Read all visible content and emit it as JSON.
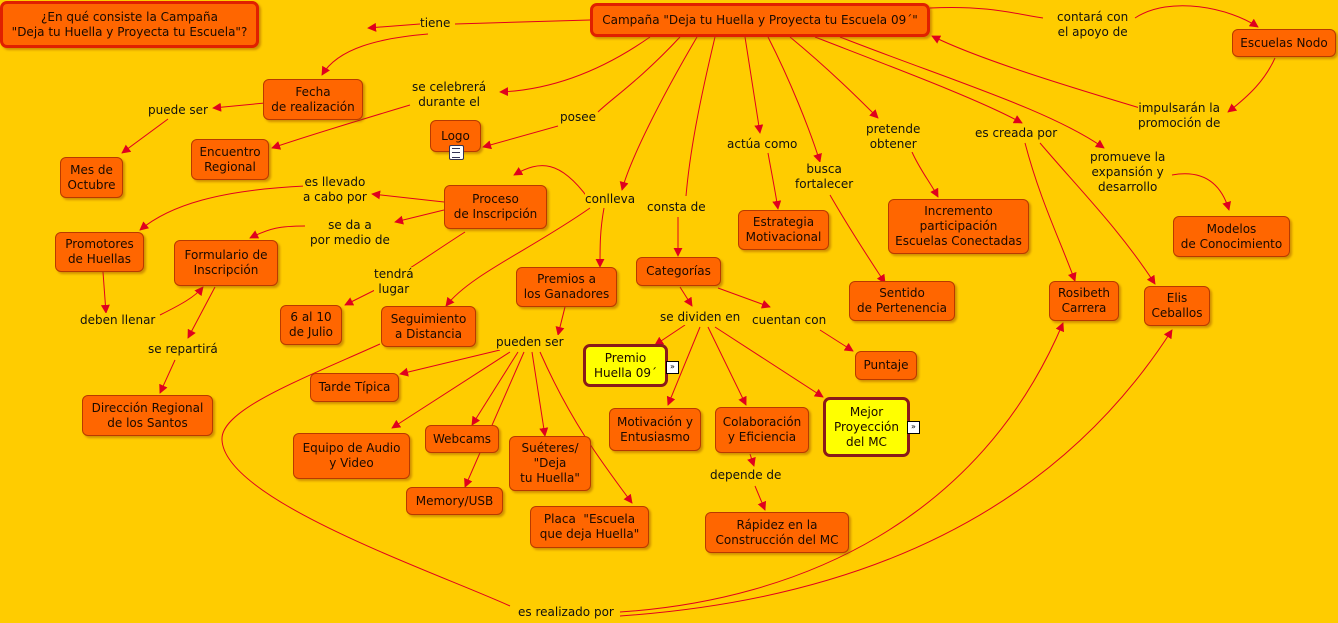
{
  "colors": {
    "background": "#FFCC00",
    "concept": "#FF6600",
    "highlight": "#FFFF00",
    "link": "#E0001E"
  },
  "concepts": {
    "question": "¿En qué consiste la Campaña\n\"Deja tu Huella y Proyecta tu Escuela\"?",
    "campaign": "Campaña \"Deja tu Huella y Proyecta tu Escuela 09´\"",
    "escuelas_nodo": "Escuelas Nodo",
    "fecha": "Fecha\nde realización",
    "mes": "Mes de\nOctubre",
    "encuentro": "Encuentro\nRegional",
    "logo": "Logo",
    "proceso": "Proceso\nde Inscripción",
    "promotores": "Promotores\nde Huellas",
    "formulario": "Formulario de\nInscripción",
    "direccion": "Dirección Regional\nde los Santos",
    "julio": "6 al 10\nde Julio",
    "seguimiento": "Seguimiento\na Distancia",
    "premios": "Premios a\nlos Ganadores",
    "categorias": "Categorías",
    "estrategia": "Estrategia\nMotivacional",
    "incremento": "Incremento\nparticipación\nEscuelas Conectadas",
    "sentido": "Sentido\nde Pertenencia",
    "modelos": "Modelos\nde Conocimiento",
    "rosibeth": "Rosibeth\nCarrera",
    "elis": "Elis\nCeballos",
    "premio_huella": "Premio\nHuella 09´",
    "tarde": "Tarde Típica",
    "equipo": "Equipo de Audio\ny Video",
    "webcams": "Webcams",
    "sueteres": "Suéteres/\n\"Deja\ntu Huella\"",
    "memory": "Memory/USB",
    "placa": "Placa  \"Escuela\nque deja Huella\"",
    "motivacion": "Motivación y\nEntusiasmo",
    "colaboracion": "Colaboración\ny Eficiencia",
    "mejor": "Mejor\nProyección\ndel MC",
    "puntaje": "Puntaje",
    "rapidez": "Rápidez en la\nConstrucción del MC"
  },
  "labels": {
    "tiene": "tiene",
    "contara": "contará con\nel apoyo de",
    "puede_ser": "puede ser",
    "se_celebrera": "se celebrerá\ndurante el",
    "posee": "posee",
    "actua": "actúa como",
    "busca": "busca\nfortalecer",
    "pretende": "pretende\nobtener",
    "creada": "es creada por",
    "impulsaran": "impulsarán la\npromoción de",
    "promueve": "promueve la\nexpansión y\ndesarrollo",
    "es_llevado": "es llevado\na cabo por",
    "se_da": "se da a\npor medio de",
    "conlleva": "conlleva",
    "consta": "consta de",
    "tendra": "tendrá\nlugar",
    "deben": "deben llenar",
    "repartira": "se repartirá",
    "pueden_ser": "pueden ser",
    "dividen": "se dividen en",
    "cuentan": "cuentan con",
    "depende": "depende de",
    "realizado": "es realizado por"
  },
  "icons": {
    "expand": "double-chevron-icon",
    "attachment": "document-icon"
  }
}
